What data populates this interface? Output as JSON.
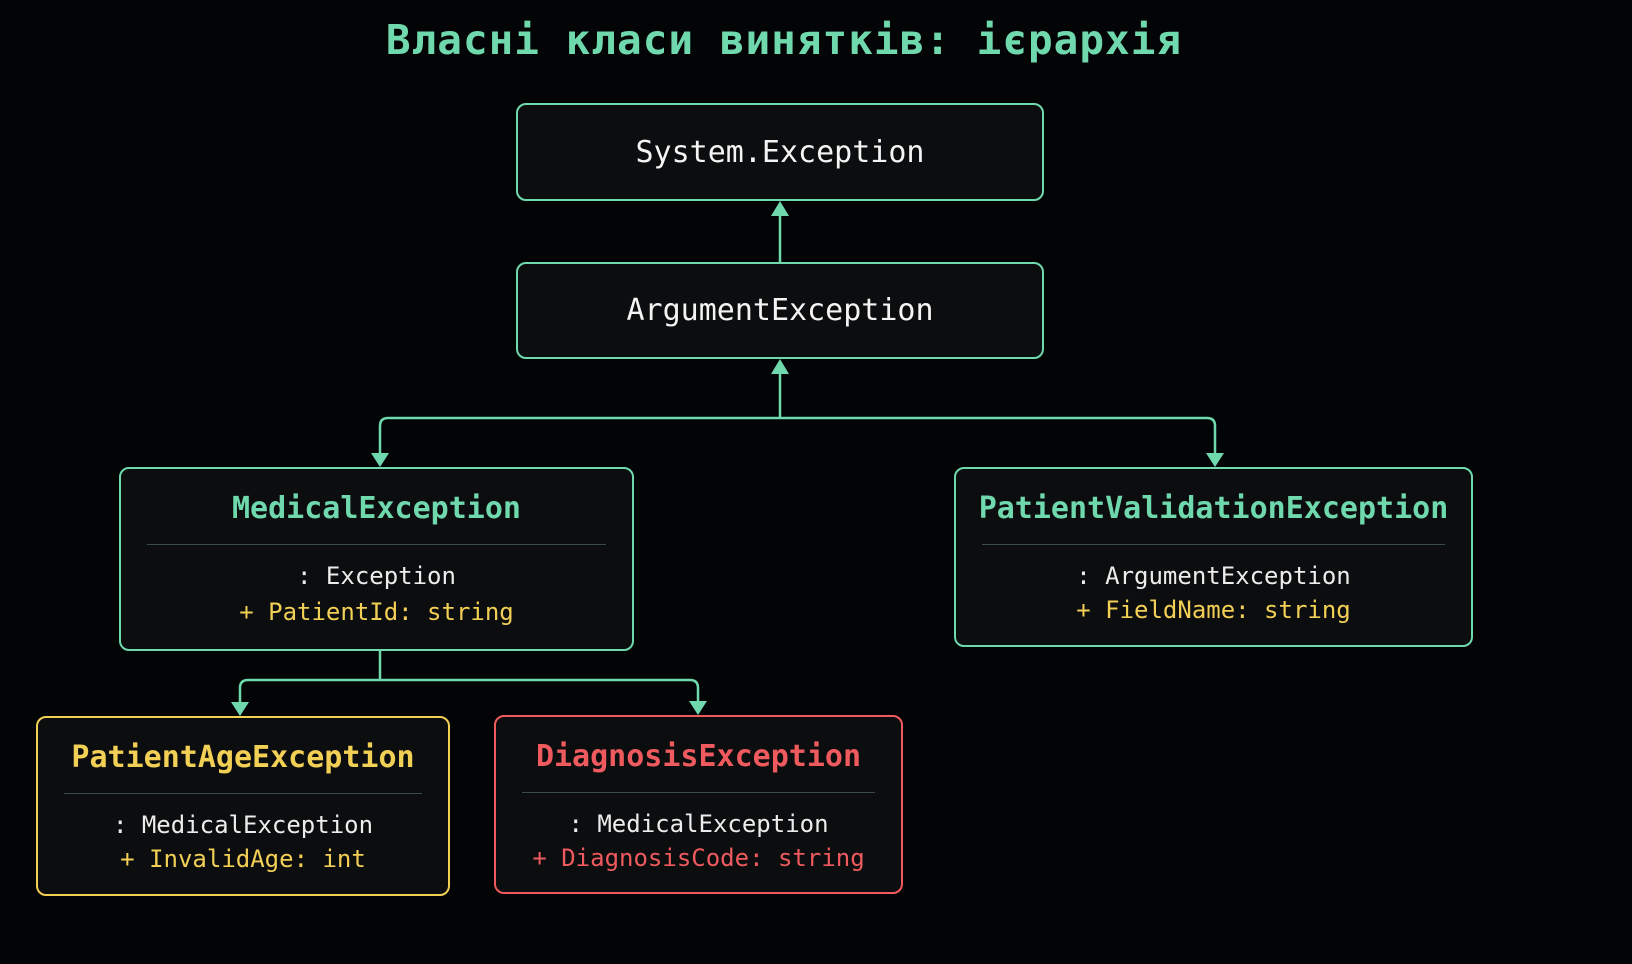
{
  "title": "Власні класи винятків: ієрархія",
  "colors": {
    "background": "#030405",
    "accent_green": "#6fd8ad",
    "accent_yellow": "#f2cf55",
    "accent_red": "#ef5a5e"
  },
  "nodes": {
    "system_exception": {
      "name": "System.Exception"
    },
    "argument_exception": {
      "name": "ArgumentException"
    },
    "medical_exception": {
      "name": "MedicalException",
      "base": ": Exception",
      "property": "+ PatientId: string"
    },
    "patient_validation_exception": {
      "name": "PatientValidationException",
      "base": ": ArgumentException",
      "property": "+ FieldName: string"
    },
    "patient_age_exception": {
      "name": "PatientAgeException",
      "base": ": MedicalException",
      "property": "+ InvalidAge: int"
    },
    "diagnosis_exception": {
      "name": "DiagnosisException",
      "base": ": MedicalException",
      "property": "+ DiagnosisCode: string"
    }
  },
  "edges": [
    {
      "from": "argument_exception",
      "to": "system_exception",
      "arrow": "up"
    },
    {
      "from": "argument_exception",
      "to": "medical_exception",
      "arrow": "down"
    },
    {
      "from": "argument_exception",
      "to": "patient_validation_exception",
      "arrow": "down"
    },
    {
      "from": "medical_exception",
      "to": "patient_age_exception",
      "arrow": "down"
    },
    {
      "from": "medical_exception",
      "to": "diagnosis_exception",
      "arrow": "down"
    }
  ]
}
